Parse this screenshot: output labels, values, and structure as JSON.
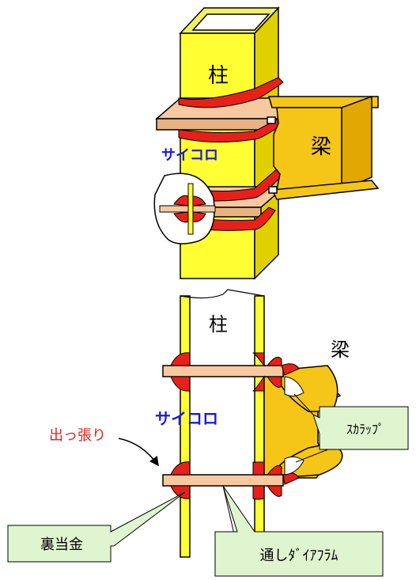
{
  "top_view": {
    "column_label": "柱",
    "beam_label": "梁",
    "dice_label": "サイコロ"
  },
  "section_view": {
    "column_label": "柱",
    "beam_label": "梁",
    "dice_label": "サイコロ",
    "protrusion_label": "出っ張り",
    "callouts": {
      "scallop": "ｽｶﾗｯﾌﾟ",
      "backing_strip": "裏当金",
      "through_diaphragm": "通しﾀﾞｲｱﾌﾗﾑ"
    }
  },
  "colors": {
    "column_yellow": "#ffff33",
    "beam_orange": "#f5c518",
    "plate_tan": "#f7c9a0",
    "weld_red": "#e8201a",
    "callout_green": "#dff5cf",
    "blue_text": "#1a1adb",
    "red_text": "#e8201a"
  }
}
